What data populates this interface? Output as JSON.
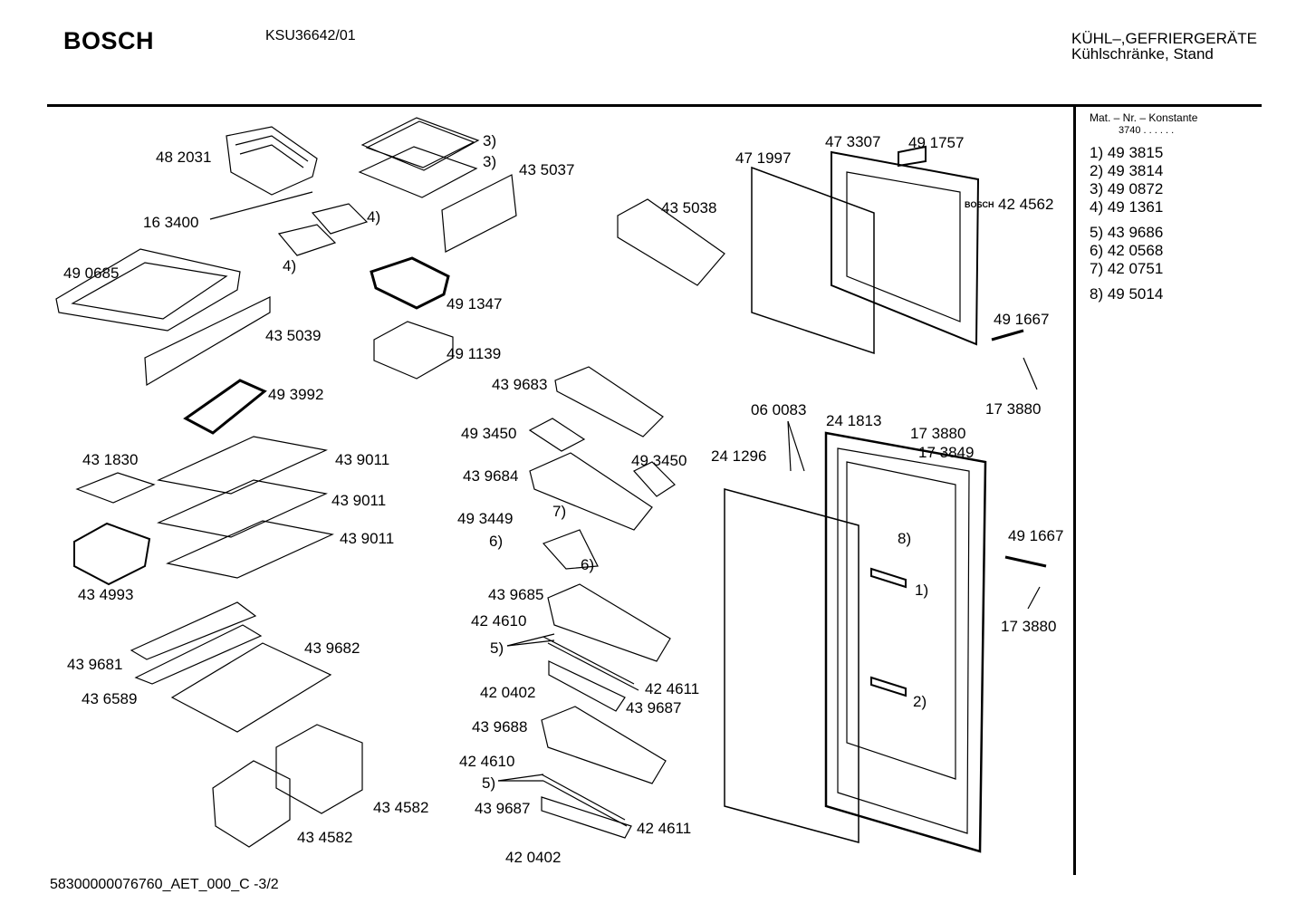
{
  "header": {
    "brand": "BOSCH",
    "model": "KSU36642/01",
    "category_line1": "KÜHL–,GEFRIERGERÄTE",
    "category_line2": "Kühlschränke, Stand"
  },
  "legend": {
    "heading": "Mat. – Nr. – Konstante",
    "constant": "3740 .  .   .  .  .  .",
    "items": [
      "1)  49 3815",
      "2)  49 3814",
      "3)  49 0872",
      "4)  49 1361",
      "5)  43 9686",
      "6)  42 0568",
      "7)  42 0751",
      "8)  49 5014"
    ]
  },
  "door_logo": "BOSCH",
  "labels": [
    "48 2031",
    "3)",
    "3)",
    "43 5037",
    "16 3400",
    "4)",
    "4)",
    "49 0685",
    "49 1347",
    "43 5039",
    "49 1139",
    "49 3992",
    "43 9683",
    "49 3450",
    "43 9684",
    "49 3450",
    "7)",
    "49 3449",
    "6)",
    "6)",
    "43 1830",
    "43 9011",
    "43 9011",
    "43 9011",
    "43 4993",
    "43 9685",
    "42 4610",
    "5)",
    "43 9682",
    "43 9681",
    "43 6589",
    "42 0402",
    "42 4611",
    "43 9687",
    "43 9688",
    "42 4610",
    "5)",
    "43 9687",
    "42 4611",
    "42 0402",
    "43 4582",
    "43 4582",
    "43 5038",
    "47 1997",
    "47 3307",
    "49 1757",
    "42 4562",
    "49 1667",
    "17 3880",
    "06 0083",
    "24 1813",
    "17 3880",
    "17 3849",
    "24 1296",
    "8)",
    "49 1667",
    "1)",
    "17 3880",
    "2)"
  ],
  "footer": "58300000076760_AET_000_C  -3/2"
}
